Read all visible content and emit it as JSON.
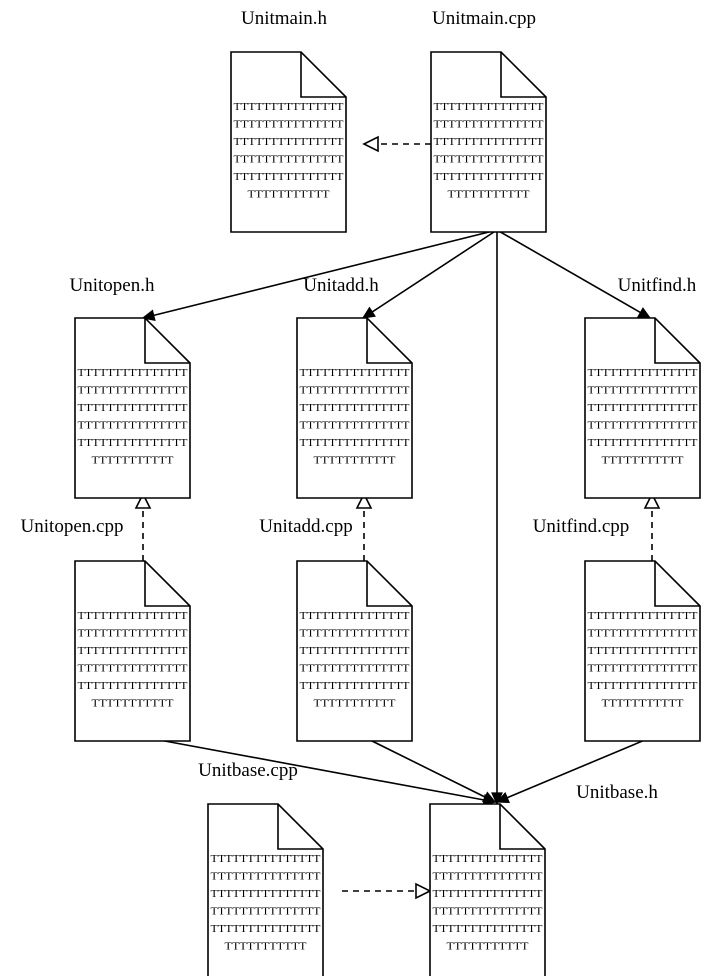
{
  "files": [
    {
      "id": "unitmain-h",
      "label": "Unitmain.h"
    },
    {
      "id": "unitmain-cpp",
      "label": "Unitmain.cpp"
    },
    {
      "id": "unitopen-h",
      "label": "Unitopen.h"
    },
    {
      "id": "unitadd-h",
      "label": "Unitadd.h"
    },
    {
      "id": "unitfind-h",
      "label": "Unitfind.h"
    },
    {
      "id": "unitopen-cpp",
      "label": "Unitopen.cpp"
    },
    {
      "id": "unitadd-cpp",
      "label": "Unitadd.cpp"
    },
    {
      "id": "unitfind-cpp",
      "label": "Unitfind.cpp"
    },
    {
      "id": "unitbase-cpp",
      "label": "Unitbase.cpp"
    },
    {
      "id": "unitbase-h",
      "label": "Unitbase.h"
    }
  ],
  "document_lines": [
    "TTTTTTTTTTTTTTT",
    "TTTTTTTTTTTTTTT",
    "TTTTTTTTTTTTTTT",
    "TTTTTTTTTTTTTTT",
    "TTTTTTTTTTTTTTT",
    "TTTTTTTTTTT"
  ],
  "relations": [
    {
      "from": "unitmain-cpp",
      "to": "unitmain-h",
      "style": "dashed",
      "head": "hollow"
    },
    {
      "from": "unitmain-cpp",
      "to": "unitopen-h",
      "style": "solid",
      "head": "filled"
    },
    {
      "from": "unitmain-cpp",
      "to": "unitadd-h",
      "style": "solid",
      "head": "filled"
    },
    {
      "from": "unitmain-cpp",
      "to": "unitfind-h",
      "style": "solid",
      "head": "filled"
    },
    {
      "from": "unitmain-cpp",
      "to": "unitbase-h",
      "style": "solid",
      "head": "filled"
    },
    {
      "from": "unitopen-cpp",
      "to": "unitopen-h",
      "style": "dashed",
      "head": "hollow"
    },
    {
      "from": "unitadd-cpp",
      "to": "unitadd-h",
      "style": "dashed",
      "head": "hollow"
    },
    {
      "from": "unitfind-cpp",
      "to": "unitfind-h",
      "style": "dashed",
      "head": "hollow"
    },
    {
      "from": "unitopen-cpp",
      "to": "unitbase-h",
      "style": "solid",
      "head": "filled"
    },
    {
      "from": "unitadd-cpp",
      "to": "unitbase-h",
      "style": "solid",
      "head": "filled"
    },
    {
      "from": "unitfind-cpp",
      "to": "unitbase-h",
      "style": "solid",
      "head": "filled"
    },
    {
      "from": "unitbase-cpp",
      "to": "unitbase-h",
      "style": "dashed",
      "head": "hollow"
    }
  ]
}
